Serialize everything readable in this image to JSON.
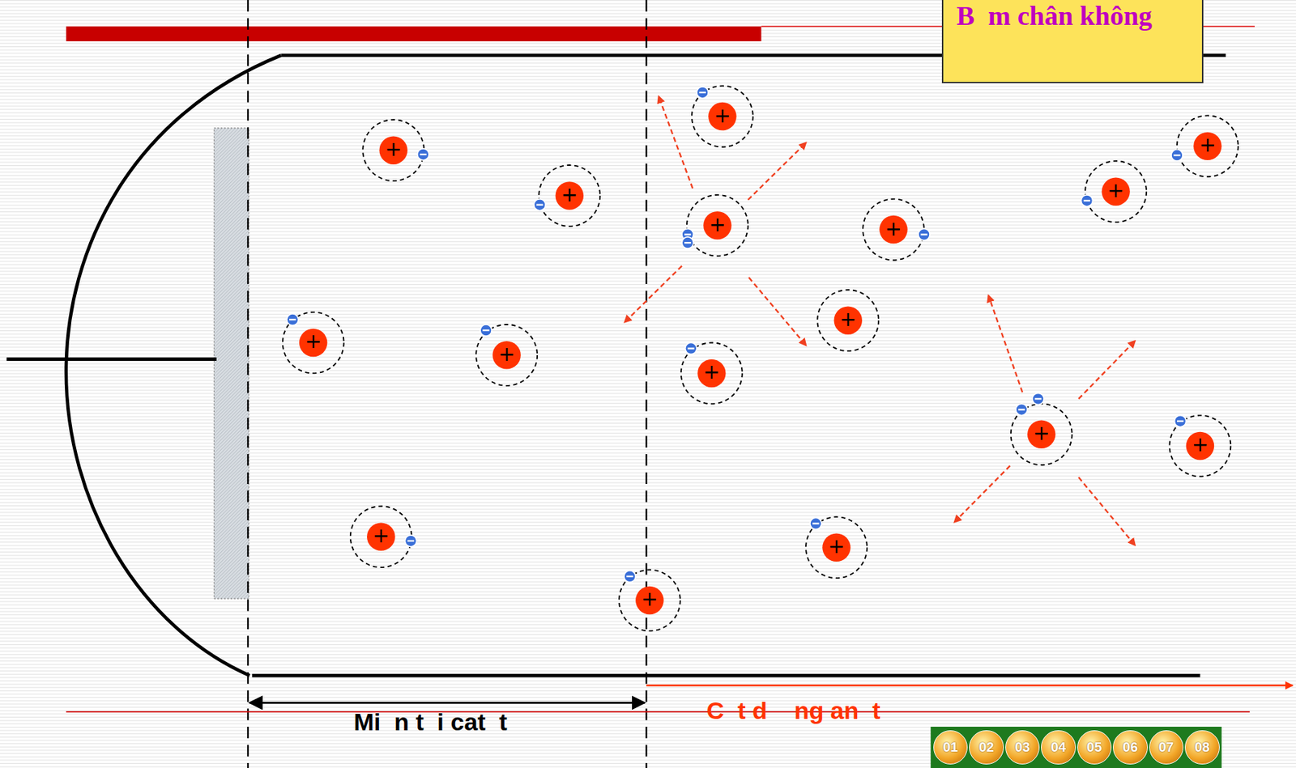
{
  "diagram": {
    "nodes": [
      {
        "text": [
          "B  m chân không"
        ]
      },
      {
        "text": [
          "01"
        ]
      },
      {
        "text": [
          "02"
        ]
      },
      {
        "text": [
          "03"
        ]
      },
      {
        "text": [
          "04"
        ]
      },
      {
        "text": [
          "05"
        ]
      },
      {
        "text": [
          "06"
        ]
      },
      {
        "text": [
          "07"
        ]
      },
      {
        "text": [
          "08"
        ]
      }
    ],
    "labels": [
      "Mi  n t  i cat  t",
      "C  t d    ng an  t",
      "+",
      "+",
      "+",
      "+",
      "+",
      "+",
      "+",
      "+",
      "+",
      "+",
      "+",
      "+",
      "+",
      "+",
      "+",
      "+"
    ]
  }
}
